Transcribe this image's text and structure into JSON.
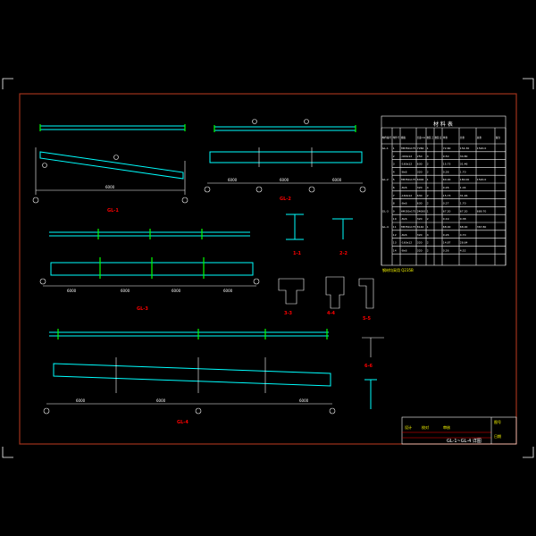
{
  "drawing": {
    "view_labels": [
      "GL-1",
      "GL-2",
      "GL-3",
      "GL-4"
    ],
    "section_labels": [
      "1-1",
      "2-2",
      "3-3",
      "4-4",
      "5-5",
      "6-6"
    ],
    "dimensions": {
      "top_left": "6000",
      "top_mid": [
        "6000",
        "6000",
        "6000"
      ],
      "mid": [
        "6000",
        "6000",
        "6000",
        "6000"
      ],
      "bottom": [
        "6000",
        "6000",
        "6000"
      ]
    }
  },
  "material_table": {
    "title": "材 料 表",
    "headers": [
      "构件编号",
      "零件号",
      "规格",
      "长度mm",
      "数量 正",
      "数量 反",
      "单重",
      "共重",
      "总重",
      "备注"
    ],
    "rows": [
      [
        "GL-1",
        "1",
        "HM350x175",
        "7260",
        "1",
        "",
        "72.60",
        "154.30",
        "1520.0"
      ],
      [
        "",
        "2",
        "-400x12",
        "250",
        "4",
        "",
        "9.50",
        "34.80",
        ""
      ],
      [
        "",
        "3",
        "-160x12",
        "630",
        "2",
        "",
        "15.73",
        "31.46",
        ""
      ],
      [
        "",
        "4",
        "-8x6",
        "320",
        "2",
        "",
        "0.26",
        "1.70",
        ""
      ],
      [
        "GL-2",
        "5",
        "HM350x175",
        "6000",
        "1",
        "",
        "60.00",
        "180.00",
        "1520.0"
      ],
      [
        "",
        "6",
        "-8x6",
        "320",
        "4",
        "",
        "0.26",
        "1.04",
        ""
      ],
      [
        "",
        "7",
        "-160x12",
        "630",
        "2",
        "",
        "15.73",
        "31.46",
        ""
      ],
      [
        "",
        "8",
        "-8x6",
        "630",
        "2",
        "",
        "0.27",
        "1.70",
        ""
      ],
      [
        "GL-3",
        "9",
        "HM350x175",
        "24000",
        "1",
        "",
        "67.20",
        "67.20",
        "689.70"
      ],
      [
        "",
        "10",
        "-8x6",
        "320",
        "2",
        "",
        "0.19",
        "0.38",
        ""
      ],
      [
        "GL-4",
        "11",
        "HM350x175",
        "8140",
        "1",
        "",
        "68.00",
        "68.00",
        "367.80"
      ],
      [
        "",
        "12",
        "-8x6",
        "320",
        "4",
        "",
        "0.26",
        "4.70",
        ""
      ],
      [
        "",
        "13",
        "-160x12",
        "320",
        "2",
        "",
        "14.87",
        "28.64",
        ""
      ],
      [
        "",
        "14",
        "-8x6",
        "320",
        "2",
        "",
        "0.26",
        "4.52",
        ""
      ]
    ],
    "note": "钢材均采用 Q235B"
  },
  "title_block": {
    "drawing_title": "GL-1~GL-4 详图",
    "labels": [
      "设计",
      "校对",
      "审核",
      "图号",
      "日期"
    ]
  }
}
